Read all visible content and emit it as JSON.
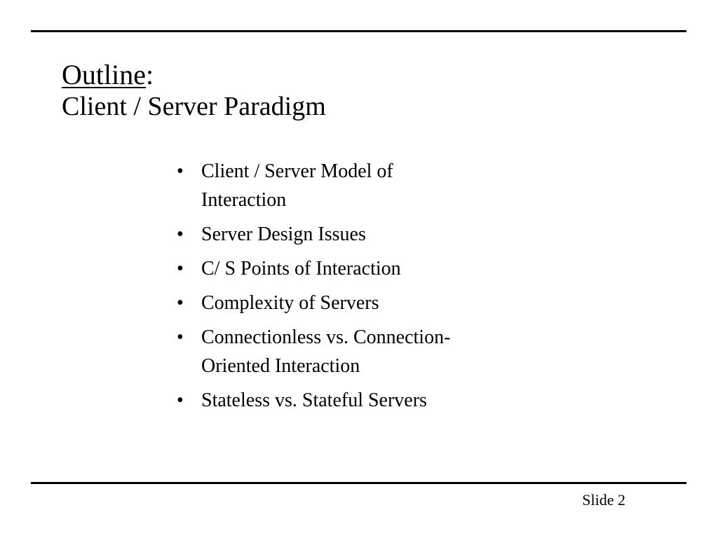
{
  "slide": {
    "title": "Outline",
    "title_suffix": ":",
    "subtitle": "Client / Server Paradigm",
    "bullet_glyph": "•",
    "bullets": [
      "Client / Server Model of Interaction",
      "Server Design Issues",
      "C/ S Points of Interaction",
      "Complexity of Servers",
      "Connectionless vs. Connection-Oriented Interaction",
      "Stateless vs. Stateful Servers"
    ],
    "footer": "Slide 2"
  }
}
